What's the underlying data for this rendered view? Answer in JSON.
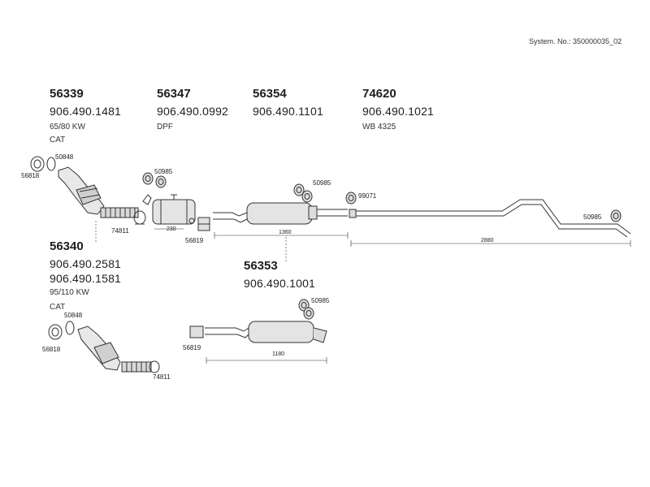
{
  "header": {
    "system_no": "System. No.: 350000035_02"
  },
  "groups": [
    {
      "id": "56339",
      "codes": [
        "906.490.1481"
      ],
      "notes": [
        "65/80 KW",
        "CAT"
      ]
    },
    {
      "id": "56347",
      "codes": [
        "906.490.0992"
      ],
      "notes": [
        "DPF"
      ]
    },
    {
      "id": "56354",
      "codes": [
        "906.490.1101"
      ],
      "notes": []
    },
    {
      "id": "74620",
      "codes": [
        "906.490.1021"
      ],
      "notes": [
        "WB 4325"
      ]
    },
    {
      "id": "56340",
      "codes": [
        "906.490.2581",
        "906.490.1581"
      ],
      "notes": [
        "95/110 KW",
        "CAT"
      ]
    },
    {
      "id": "56353",
      "codes": [
        "906.490.1001"
      ],
      "notes": []
    }
  ],
  "part_labels": {
    "top_50848": "50848",
    "top_56818": "56818",
    "top_50985_dpf": "50985",
    "top_74811": "74811",
    "top_56819": "56819",
    "top_50985_mid": "50985",
    "top_99071": "99071",
    "top_50985_tail": "50985",
    "bot_50848": "50848",
    "bot_56818": "56818",
    "bot_74811": "74811",
    "bot_56819": "56819",
    "bot_50985": "50985"
  },
  "dimensions": {
    "d230": "230",
    "d1360": "1360",
    "d2880": "2880",
    "d1180": "1180"
  }
}
